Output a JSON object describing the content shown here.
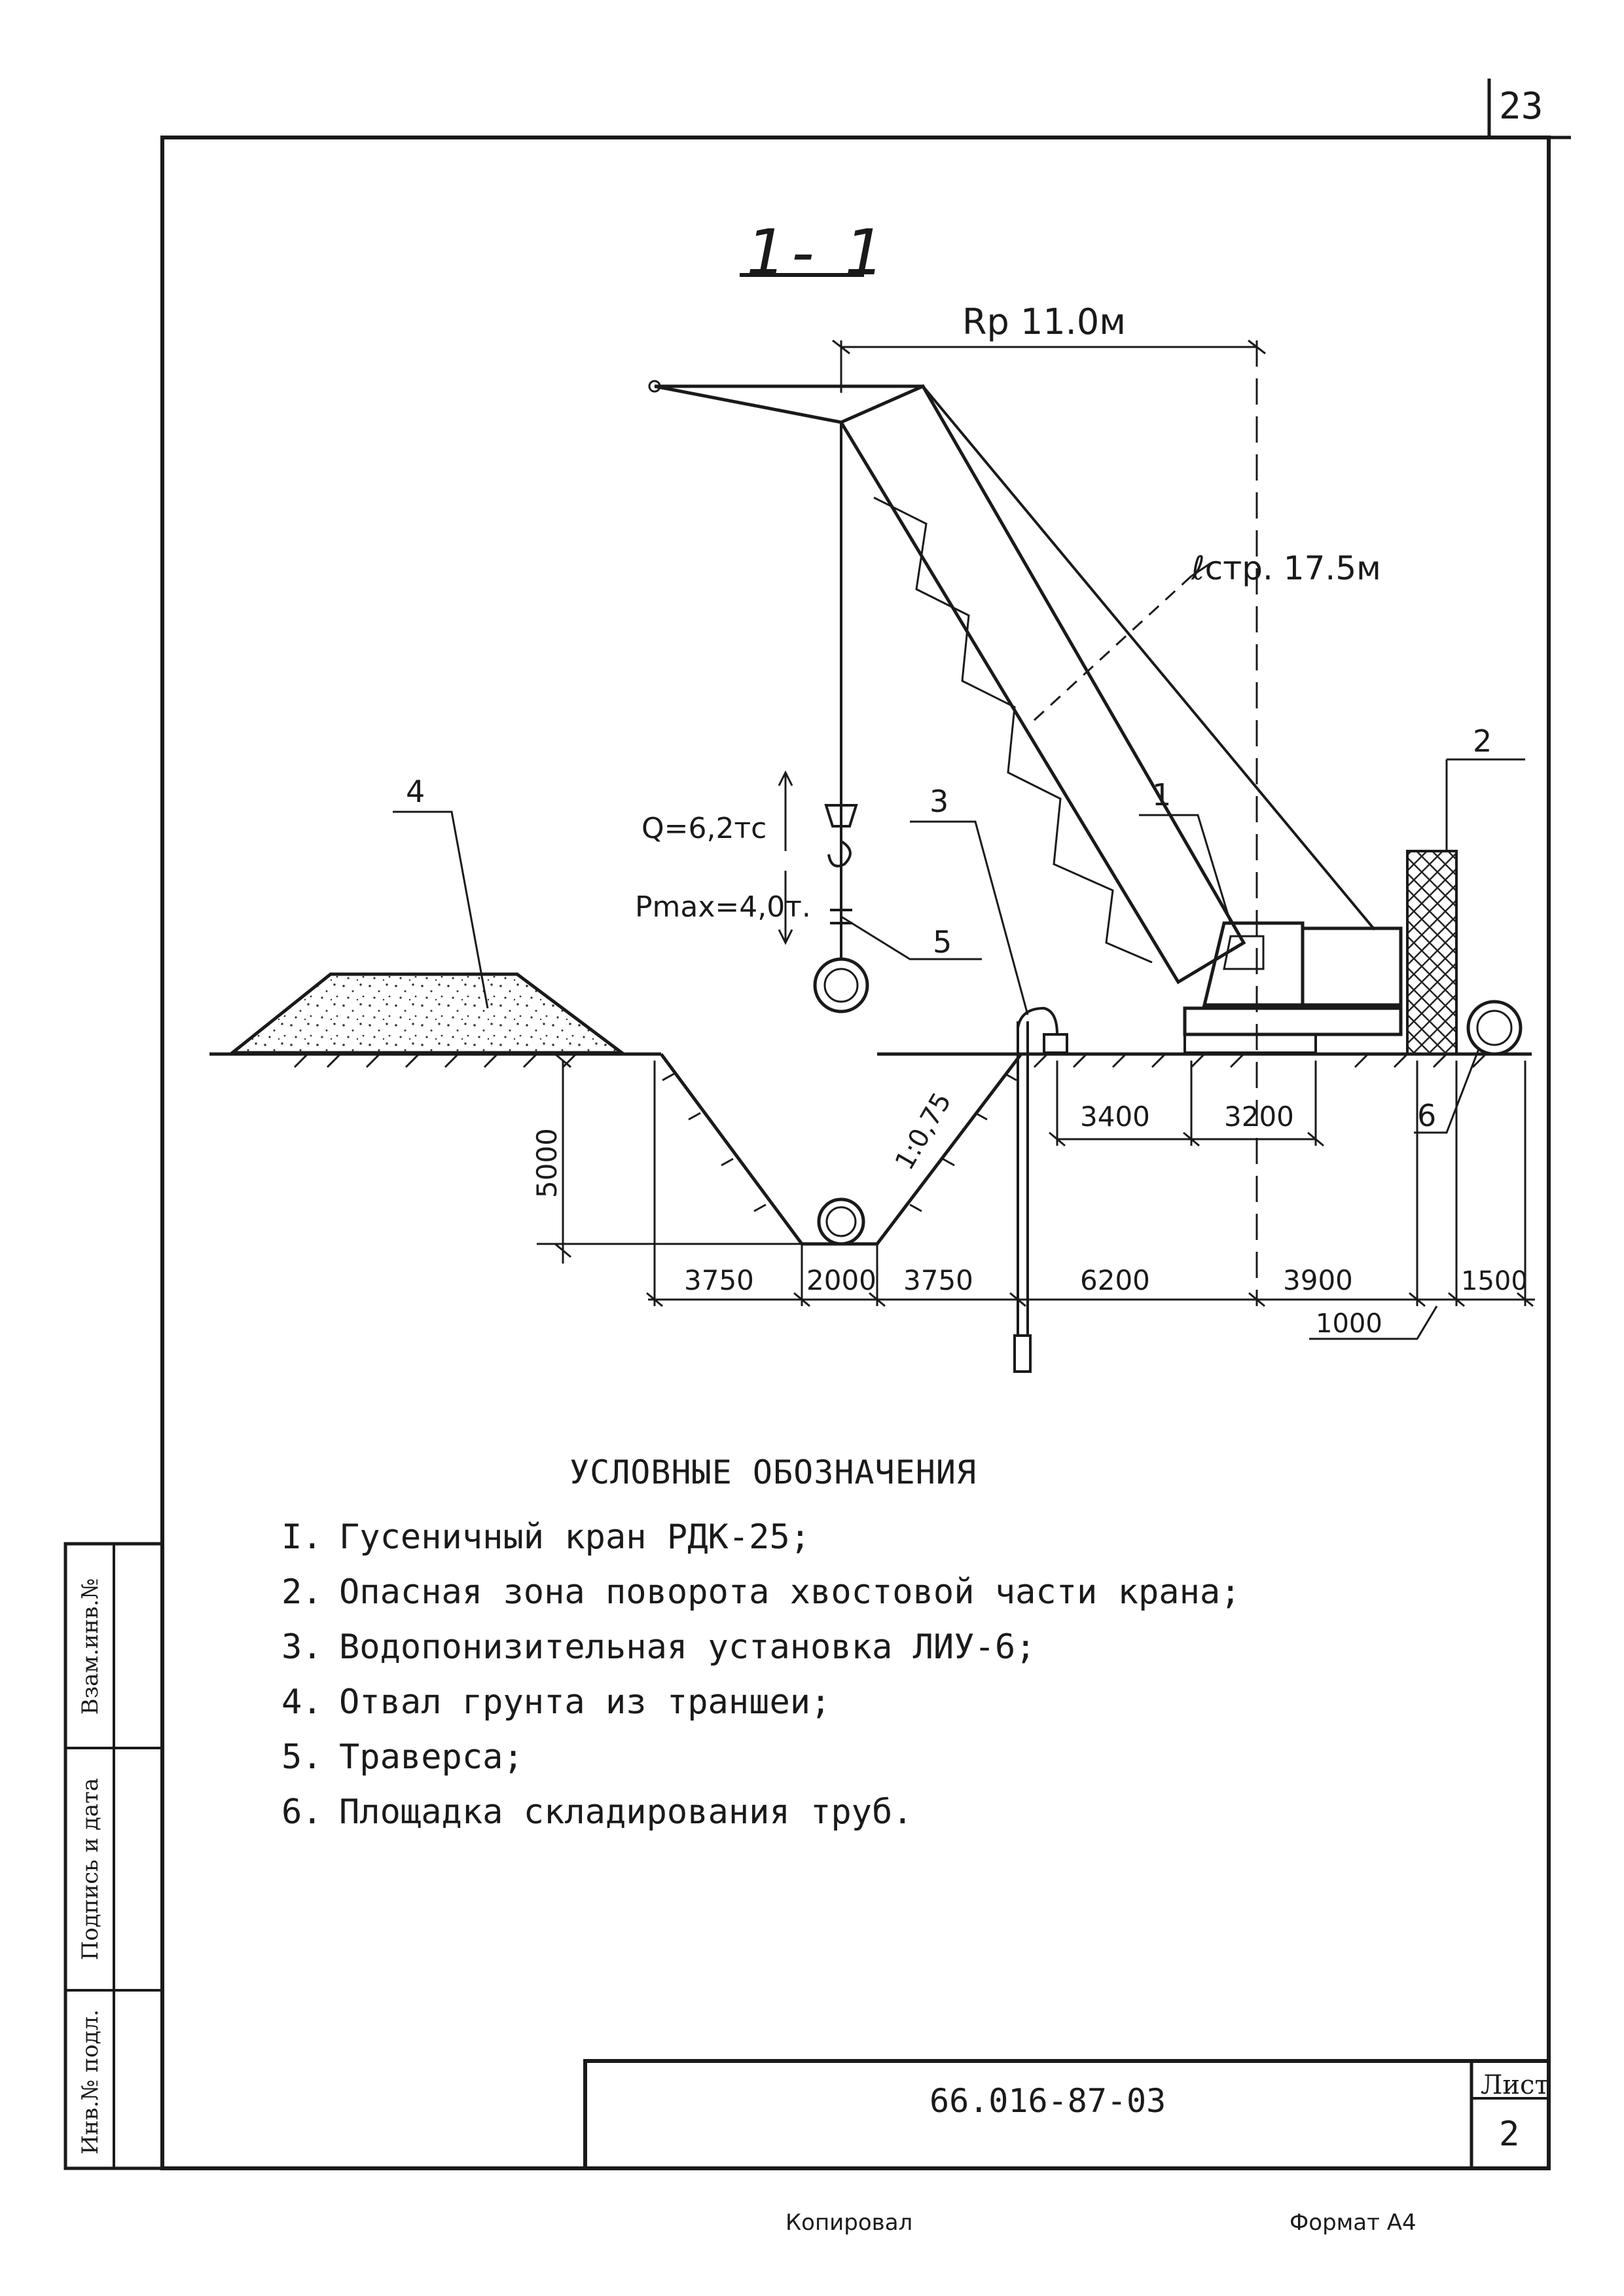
{
  "page_number": "23",
  "section_title": "1- 1",
  "dimensions": {
    "radius": "Rр 11.0м",
    "boom_length": "ℓстр. 17.5м",
    "load_q": "Q=6,2тс",
    "load_pmax": "Рmax=4,0т.",
    "depth": "5000",
    "slope": "1:0,75",
    "d_3400": "3400",
    "d_3200": "3200",
    "d_3750_left": "3750",
    "d_2000": "2000",
    "d_3750_right": "3750",
    "d_6200": "6200",
    "d_3900": "3900",
    "d_1500": "1500",
    "d_1000": "1000"
  },
  "callouts": {
    "c1": "1",
    "c2": "2",
    "c3": "3",
    "c4": "4",
    "c5": "5",
    "c6": "6"
  },
  "legend": {
    "title": "УСЛОВНЫЕ ОБОЗНАЧЕНИЯ",
    "items": [
      {
        "num": "I.",
        "text": "Гусеничный кран РДК-25;"
      },
      {
        "num": "2.",
        "text": "Опасная зона поворота хвостовой части крана;"
      },
      {
        "num": "3.",
        "text": "Водопонизительная установка ЛИУ-6;"
      },
      {
        "num": "4.",
        "text": "Отвал грунта из траншеи;"
      },
      {
        "num": "5.",
        "text": "Траверса;"
      },
      {
        "num": "6.",
        "text": "Площадка складирования труб."
      }
    ]
  },
  "stamp": {
    "inv_no": "Инв.№ подл.",
    "sign_date": "Подпись и дата",
    "replace_inv": "Взам.инв.№"
  },
  "title_block": {
    "doc_code": "66.016-87-03",
    "sheet_label": "Лист",
    "sheet_number": "2"
  },
  "footer": {
    "copied": "Копировал",
    "format": "Формат А4"
  }
}
